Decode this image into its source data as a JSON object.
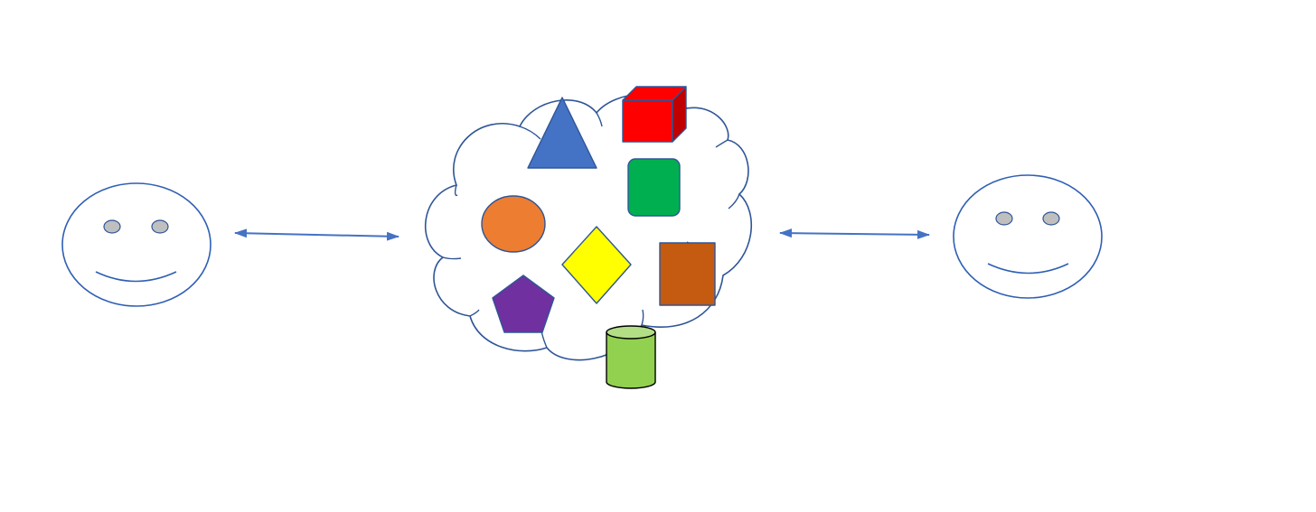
{
  "diagram": {
    "colors": {
      "outline": "#2F5597",
      "face_outline": "#2F5FB4",
      "eye_fill": "#BFBFBF",
      "eye_stroke": "#2F5597",
      "arrow": "#4472C4",
      "background": "#FFFFFF"
    },
    "people": [
      {
        "id": "left-person",
        "icon": "smiley-face-icon"
      },
      {
        "id": "right-person",
        "icon": "smiley-face-icon"
      }
    ],
    "connectors": [
      {
        "id": "left-connector",
        "type": "double-headed-arrow",
        "from": "left-person",
        "to": "shared-cloud"
      },
      {
        "id": "right-connector",
        "type": "double-headed-arrow",
        "from": "shared-cloud",
        "to": "right-person"
      }
    ],
    "cloud": {
      "id": "shared-cloud",
      "icon": "thought-cloud-icon",
      "shapes": [
        {
          "name": "triangle",
          "fill": "#4472C4"
        },
        {
          "name": "cube",
          "fill": "#FF0000"
        },
        {
          "name": "rounded-square",
          "fill": "#00B050"
        },
        {
          "name": "ellipse",
          "fill": "#ED7D31"
        },
        {
          "name": "diamond",
          "fill": "#FFFF00"
        },
        {
          "name": "rectangle",
          "fill": "#C55A11"
        },
        {
          "name": "pentagon",
          "fill": "#7030A0"
        },
        {
          "name": "cylinder",
          "fill": "#92D050"
        }
      ]
    }
  }
}
